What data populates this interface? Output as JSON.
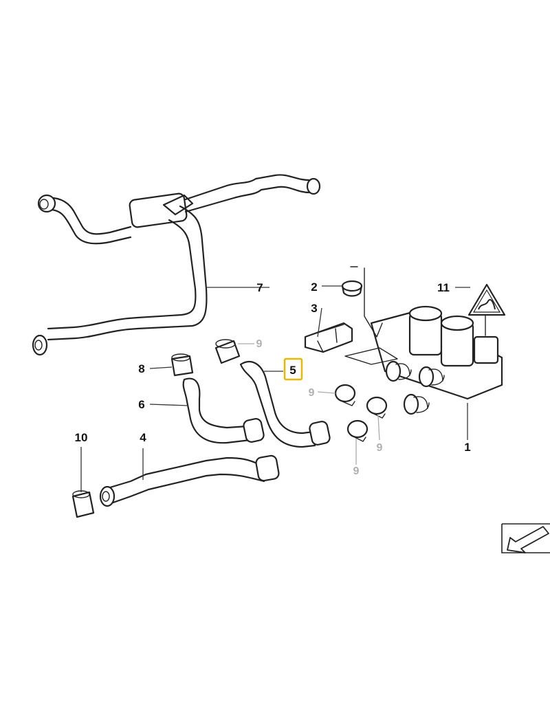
{
  "diagram": {
    "callouts": {
      "c1": "1",
      "c2": "2",
      "c3": "3",
      "c4": "4",
      "c5": "5",
      "c6": "6",
      "c7": "7",
      "c8": "8",
      "c9a": "9",
      "c9b": "9",
      "c9c": "9",
      "c9d": "9",
      "c10": "10",
      "c11": "11"
    },
    "highlighted_callout": "5",
    "colors": {
      "line": "#222222",
      "highlight": "#e6b800",
      "secondary_label": "#b0b0b0"
    },
    "icons": [
      "warning-triangle-icon",
      "back-arrow-icon"
    ]
  }
}
